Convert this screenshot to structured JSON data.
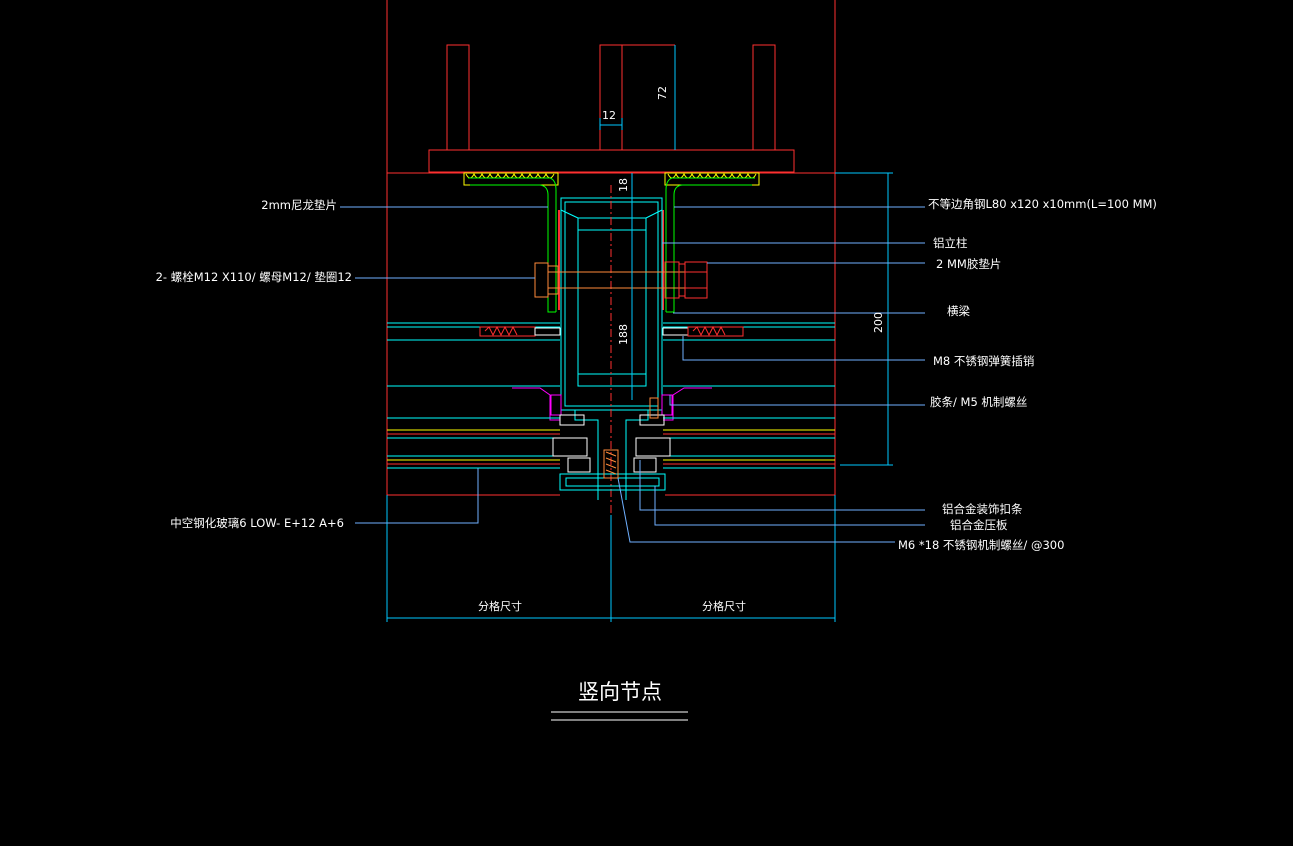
{
  "title": "竖向节点",
  "dimensions": {
    "rod_width": "12",
    "rod_height": "72",
    "gap_top": "18",
    "mullion_depth": "188",
    "total_depth": "200",
    "module_left": "分格尺寸",
    "module_right": "分格尺寸"
  },
  "labels": {
    "nylon_pad": "2mm尼龙垫片",
    "bolt": "2- 螺栓M12 X110/ 螺母M12/ 垫圈12",
    "glass": "中空钢化玻璃6 LOW- E+12 A+6",
    "angle_steel": "不等边角钢L80 x120 x10mm(L=100 MM)",
    "aluminum_mullion": "铝立柱",
    "rubber_pad": "2 MM胶垫片",
    "transom": "横梁",
    "spring_pin": "M8 不锈钢弹簧插销",
    "gasket_screw": "胶条/ M5 机制螺丝",
    "cover_cap": "铝合金装饰扣条",
    "pressure_plate": "铝合金压板",
    "machine_screw": "M6 *18 不锈钢机制螺丝/ @300"
  },
  "colors": {
    "background": "#000000",
    "outline": "#ff3030",
    "profile": "#00ffff",
    "dimension": "#00c8ff",
    "leader": "#6fb0ff",
    "gasket": "#ff00ff",
    "bracket": "#00ff00",
    "weld": "#ffff00",
    "text": "#ffffff"
  }
}
